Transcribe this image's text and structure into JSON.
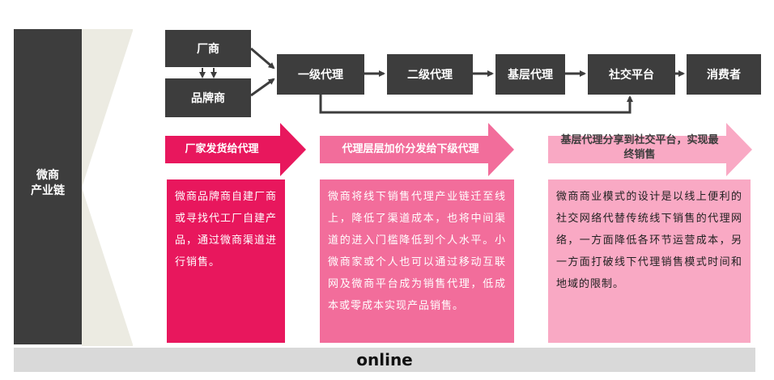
{
  "side_label": "微商\n产业链",
  "flow": {
    "source_top": "厂商",
    "source_bottom": "品牌商",
    "level1": "一级代理",
    "level2": "二级代理",
    "base": "基层代理",
    "social": "社交平台",
    "consumer": "消费者"
  },
  "stages": [
    {
      "title": "厂家发货给代理",
      "body": "微商品牌商自建厂商或寻找代工厂自建产品，通过微商渠道进行销售。"
    },
    {
      "title": "代理层层加价分发给下级代理",
      "body": "微商将线下销售代理产业链迁至线上，降低了渠道成本，也将中间渠道的进入门槛降低到个人水平。小微商家或个人也可以通过移动互联网及微商平台成为销售代理，低成本或零成本实现产品销售。"
    },
    {
      "title": "基层代理分享到社交平台，实现最终销售",
      "body": "微商商业模式的设计是以线上便利的社交网络代替传统线下销售的代理网络，一方面降低各环节运营成本，另一方面打破线下代理销售模式时间和地域的限制。"
    }
  ],
  "footer_label": "online",
  "colors": {
    "dark": "#3d3d3d",
    "stage1": "#e8175d",
    "stage2": "#f26d9b",
    "stage3": "#f9a9c4",
    "bar": "#d9d9d9"
  }
}
